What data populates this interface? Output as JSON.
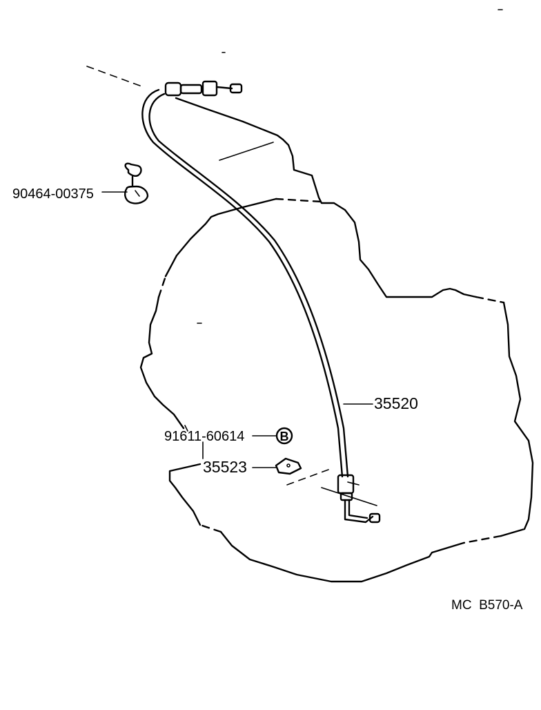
{
  "diagram": {
    "parts": {
      "clamp": "90464-00375",
      "bolt": "91611-60614",
      "bolt_marker": "B",
      "cable": "35520",
      "plate": "35523"
    },
    "reference_code": "MC  B570-A"
  }
}
